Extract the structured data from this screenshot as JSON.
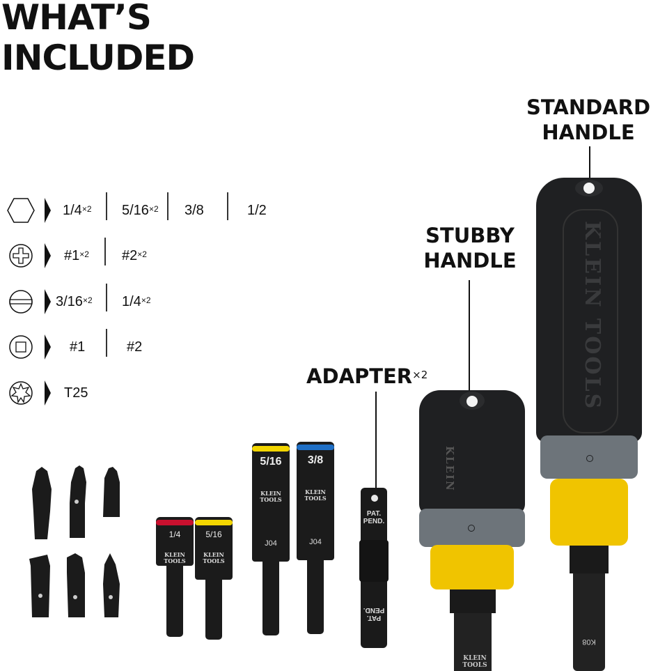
{
  "title": {
    "line1": "WHAT’S",
    "line2": "INCLUDED"
  },
  "labels": {
    "standard": {
      "line1": "STANDARD",
      "line2": "HANDLE"
    },
    "stubby": {
      "line1": "STUBBY",
      "line2": "HANDLE"
    },
    "adapter": {
      "text": "ADAPTER",
      "qty": "×2"
    }
  },
  "bit_table": [
    {
      "icon": "hex-icon",
      "cells": [
        {
          "size": "1/4",
          "qty": "×2"
        },
        {
          "size": "5/16",
          "qty": "×2"
        },
        {
          "size": "3/8",
          "qty": ""
        },
        {
          "size": "1/2",
          "qty": ""
        }
      ]
    },
    {
      "icon": "phillips-icon",
      "cells": [
        {
          "size": "#1",
          "qty": "×2"
        },
        {
          "size": "#2",
          "qty": "×2"
        }
      ]
    },
    {
      "icon": "slotted-icon",
      "cells": [
        {
          "size": "3/16",
          "qty": "×2"
        },
        {
          "size": "1/4",
          "qty": "×2"
        }
      ]
    },
    {
      "icon": "square-icon",
      "cells": [
        {
          "size": "#1",
          "qty": ""
        },
        {
          "size": "#2",
          "qty": ""
        }
      ]
    },
    {
      "icon": "torx-icon",
      "cells": [
        {
          "size": "T25",
          "qty": ""
        }
      ]
    }
  ],
  "nut_drivers": [
    {
      "size": "1/4",
      "brand": "KLEIN TOOLS",
      "color": "#c8102e"
    },
    {
      "size": "5/16",
      "brand": "KLEIN TOOLS",
      "color": "#f2d500"
    },
    {
      "size": "5/16",
      "brand": "KLEIN TOOLS",
      "code": "J04",
      "color": "#f2d500"
    },
    {
      "size": "3/8",
      "brand": "KLEIN TOOLS",
      "code": "J04",
      "color": "#1f6fc5"
    }
  ],
  "adapter_marks": [
    "PAT. PEND.",
    "PAT. PEND."
  ],
  "handle_brand": {
    "stubby": "KLEIN",
    "standard": "KLEIN TOOLS",
    "shaft": "KLEIN TOOLS",
    "shaft_code": "K08"
  },
  "colors": {
    "handle_body": "#1e1f21",
    "collar": "#6d747a",
    "amber": "#f0c400",
    "text": "#111111"
  }
}
